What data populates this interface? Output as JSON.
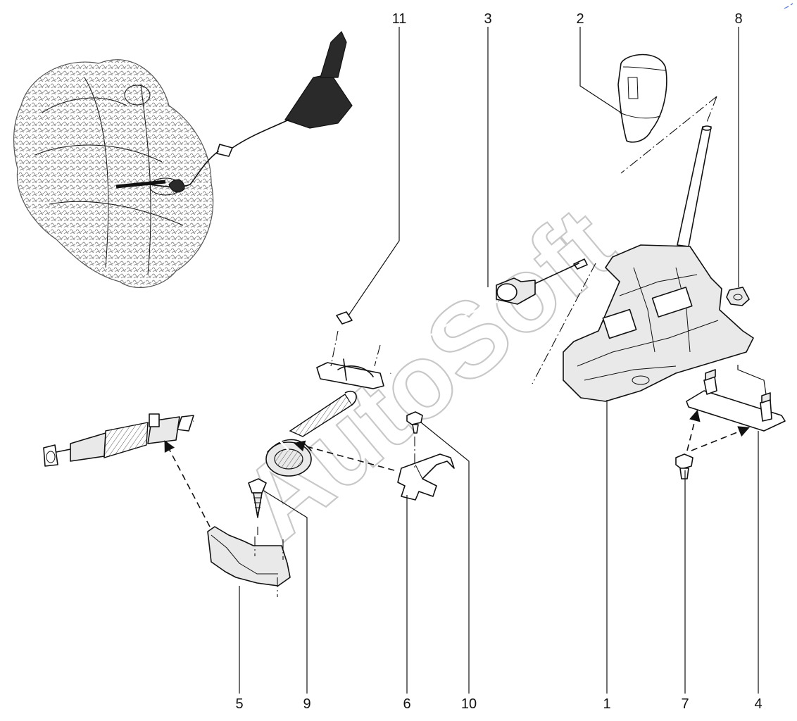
{
  "callouts": {
    "c1": "1",
    "c2": "2",
    "c3": "3",
    "c4": "4",
    "c5": "5",
    "c6": "6",
    "c7": "7",
    "c8": "8",
    "c9": "9",
    "c10": "10",
    "c11": "11"
  },
  "watermark": {
    "text": "AutoSoft"
  }
}
